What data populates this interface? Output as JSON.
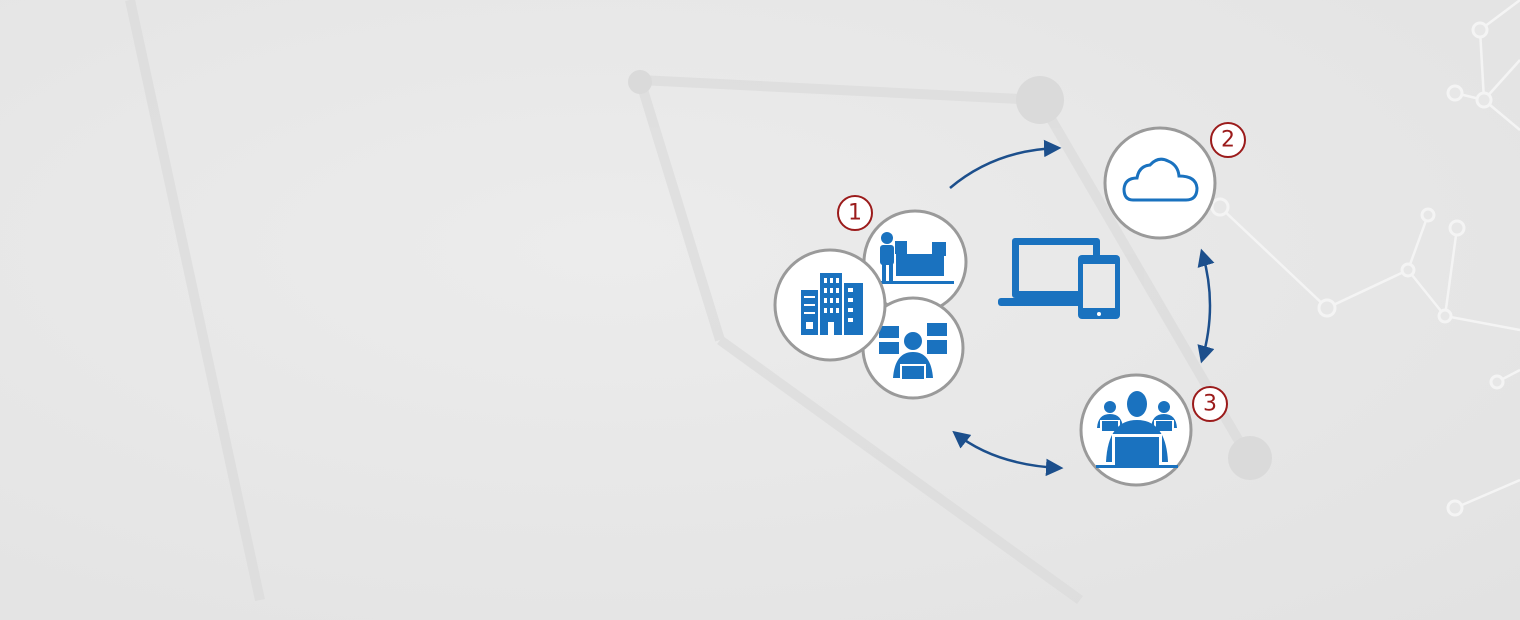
{
  "diagram": {
    "steps": [
      {
        "number": "1",
        "icons": [
          "building-icon",
          "factory-worker-icon",
          "operator-dashboard-icon"
        ]
      },
      {
        "number": "2",
        "icons": [
          "cloud-icon"
        ]
      },
      {
        "number": "3",
        "icons": [
          "team-laptops-icon"
        ]
      }
    ],
    "center_icon": "laptop-and-phone-icon",
    "colors": {
      "icon_blue": "#1a72bf",
      "arrow_blue": "#1c4f8c",
      "badge_red": "#9b1b1b",
      "circle_border": "#9a9a9a",
      "background": "#e7e7e7"
    }
  }
}
